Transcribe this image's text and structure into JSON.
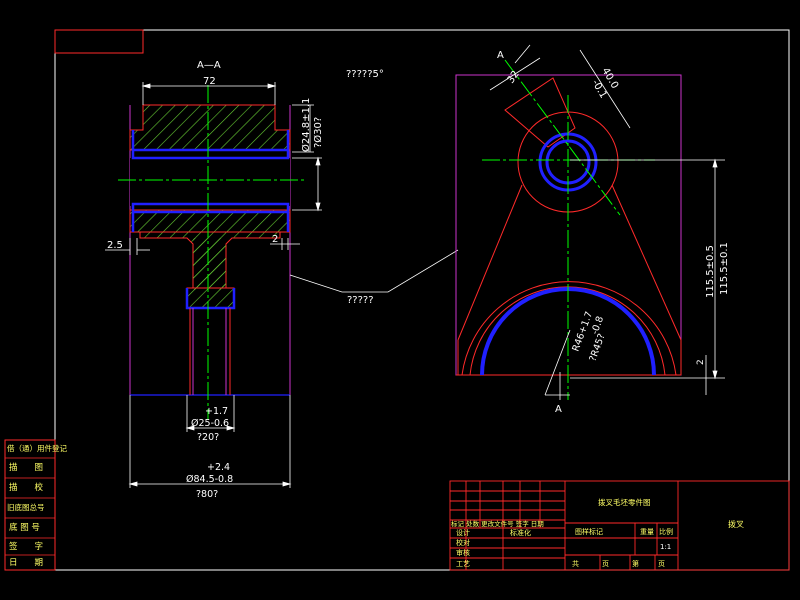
{
  "colors": {
    "background": "#000000",
    "frame": "#ffffff",
    "outline": "#ff2a2a",
    "hatch": "#66cc33",
    "centerline": "#00ff00",
    "bushing": "#2020ff",
    "extent": "#cc33cc",
    "titleblock": "#ff2a2a"
  },
  "section_view": {
    "label": "A—A",
    "dim_top_width": "72",
    "dim_vertical_tol_main": "Ø24.8±1.1",
    "dim_vertical_nominal": "?Ø30?",
    "dim_left_step": "2.5",
    "dim_right_step": "2",
    "dim_bottom_small_tol": "+1.7",
    "dim_bottom_small_main": "Ø25-0.6",
    "dim_bottom_small_nominal": "?20?",
    "dim_bottom_large_tol": "+2.4",
    "dim_bottom_large_main": "Ø84.5-0.8",
    "dim_bottom_large_nominal": "?80?"
  },
  "top_note": "?????5°",
  "leader_note": "?????",
  "front_view": {
    "section_mark_top": "A",
    "section_mark_bottom": "A",
    "dim_angled_short": "32",
    "dim_angled_tol_top": "40.0",
    "dim_angled_tol_bottom": "-0.1",
    "dim_height_tol_a": "115.5±0.5",
    "dim_height_tol_b": "115.5±0.1",
    "dim_small_right": "2",
    "dim_radius_tol": "R46+1.7",
    "dim_radius_tol_minus": "-0.8",
    "dim_radius_nominal": "?R45?"
  },
  "left_block": {
    "rows": [
      "借（通）用件登记",
      "描　　图",
      "描　　校",
      "旧底图总号",
      "底 图 号",
      "签　　字",
      "日　　期"
    ]
  },
  "title_block": {
    "drawing_title": "拨叉毛坯零件图",
    "part_name": "拨叉",
    "stage_mark": "图样标记",
    "weight": "重量",
    "scale": "比例",
    "scale_value": "1:1",
    "header_row": "标记 处数 更改文件号 签字 日期",
    "design": "设计",
    "standard": "标准化",
    "check": "校对",
    "review": "审核",
    "process": "工艺",
    "sheets_total": "共",
    "sheets_unit": "页",
    "sheet_no": "第",
    "sheet_unit": "页"
  }
}
